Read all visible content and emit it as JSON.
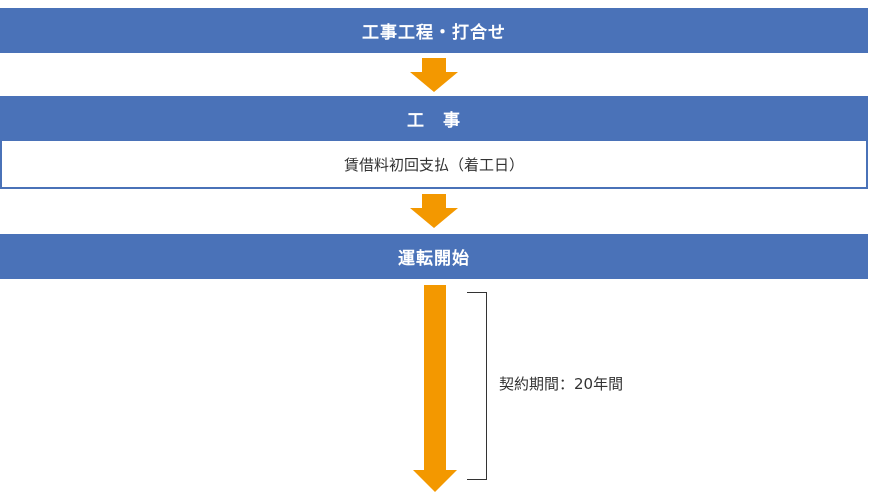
{
  "steps": {
    "step1": "工事工程・打合せ",
    "step2": "工　事",
    "step2_detail": "賃借料初回支払（着工日）",
    "step3": "運転開始"
  },
  "contract": {
    "period_label": "契約期間：20年間"
  },
  "colors": {
    "bar": "#4a72b8",
    "arrow": "#f39800"
  }
}
